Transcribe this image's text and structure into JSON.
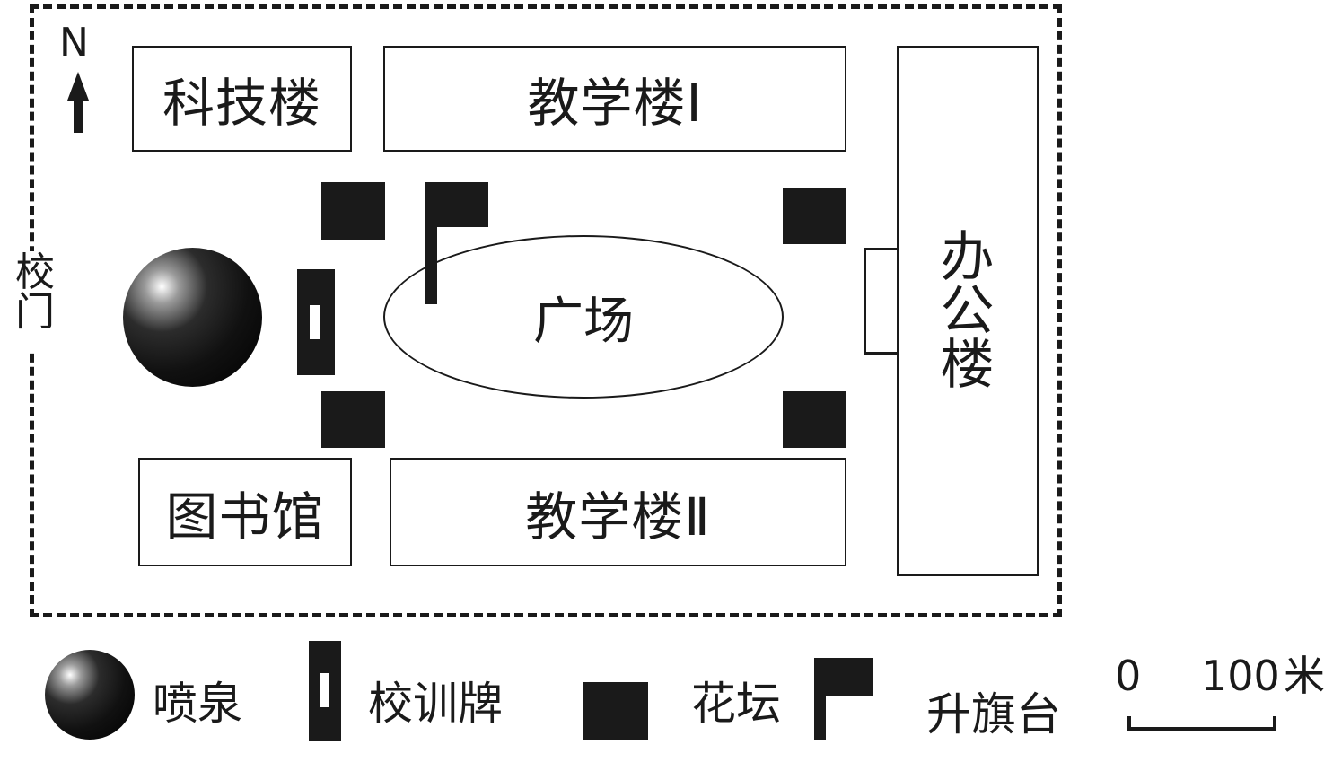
{
  "map": {
    "north_label": "N",
    "gate": {
      "chars": [
        "校",
        "门"
      ]
    },
    "buildings": {
      "tech": "科技楼",
      "teaching_1": "教学楼Ⅰ",
      "teaching_2": "教学楼Ⅱ",
      "library": "图书馆",
      "office_chars": [
        "办",
        "公",
        "楼"
      ]
    },
    "plaza": "广场"
  },
  "legend": {
    "fountain": "喷泉",
    "motto_board": "校训牌",
    "flower_bed": "花坛",
    "flag_platform": "升旗台"
  },
  "scale": {
    "start": "0",
    "end": "100",
    "unit": "米"
  },
  "colors": {
    "ink": "#1a1a1a",
    "background": "#ffffff"
  }
}
